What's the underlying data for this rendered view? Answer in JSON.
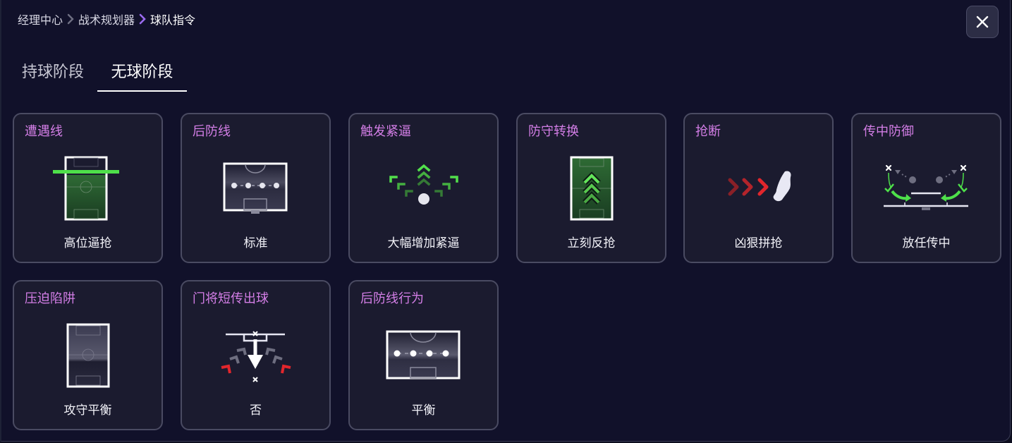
{
  "breadcrumb": {
    "items": [
      "经理中心",
      "战术规划器",
      "球队指令"
    ],
    "separator_colors": [
      "#6e6f82",
      "#9b6bf0"
    ]
  },
  "close_button": {
    "icon": "close-icon",
    "label": "×"
  },
  "tabs": [
    {
      "label": "持球阶段",
      "active": false
    },
    {
      "label": "无球阶段",
      "active": true
    }
  ],
  "colors": {
    "background": "#11112a",
    "card_bg": "#1b1b2f",
    "card_border": "#4a4b62",
    "title_accent": "#d37ee6",
    "green_accent": "#4ee04a",
    "red_accent": "#e2262c"
  },
  "cards": [
    {
      "title": "遭遇线",
      "value": "高位逼抢",
      "icon": "pitch-line-icon"
    },
    {
      "title": "后防线",
      "value": "标准",
      "icon": "defensive-line-icon"
    },
    {
      "title": "触发紧逼",
      "value": "大幅增加紧逼",
      "icon": "pressing-trigger-icon"
    },
    {
      "title": "防守转换",
      "value": "立刻反抢",
      "icon": "counter-press-icon"
    },
    {
      "title": "抢断",
      "value": "凶狠拼抢",
      "icon": "tackle-boot-icon"
    },
    {
      "title": "传中防御",
      "value": "放任传中",
      "icon": "cross-defense-icon"
    },
    {
      "title": "压迫陷阱",
      "value": "攻守平衡",
      "icon": "pressing-trap-icon"
    },
    {
      "title": "门将短传出球",
      "value": "否",
      "icon": "goalkeeper-short-pass-icon"
    },
    {
      "title": "后防线行为",
      "value": "平衡",
      "icon": "defensive-line-behavior-icon"
    }
  ]
}
